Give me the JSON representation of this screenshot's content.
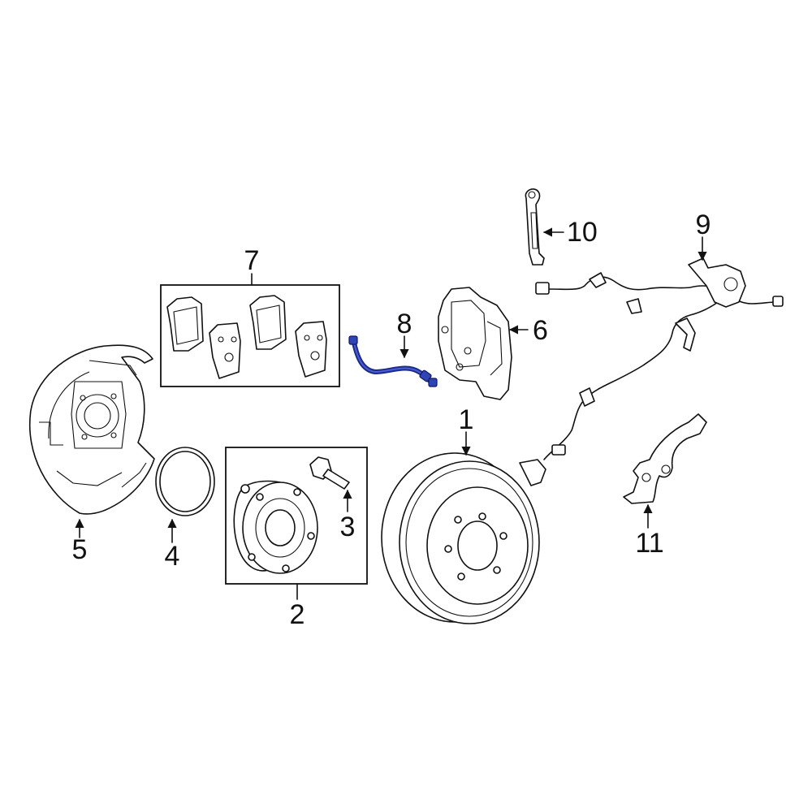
{
  "diagram": {
    "accent_color": "#1c2a8c",
    "callouts": [
      {
        "id": "c1",
        "label": "1"
      },
      {
        "id": "c2",
        "label": "2"
      },
      {
        "id": "c3",
        "label": "3"
      },
      {
        "id": "c4",
        "label": "4"
      },
      {
        "id": "c5",
        "label": "5"
      },
      {
        "id": "c6",
        "label": "6"
      },
      {
        "id": "c7",
        "label": "7"
      },
      {
        "id": "c8",
        "label": "8"
      },
      {
        "id": "c9",
        "label": "9"
      },
      {
        "id": "c10",
        "label": "10"
      },
      {
        "id": "c11",
        "label": "11"
      }
    ]
  }
}
